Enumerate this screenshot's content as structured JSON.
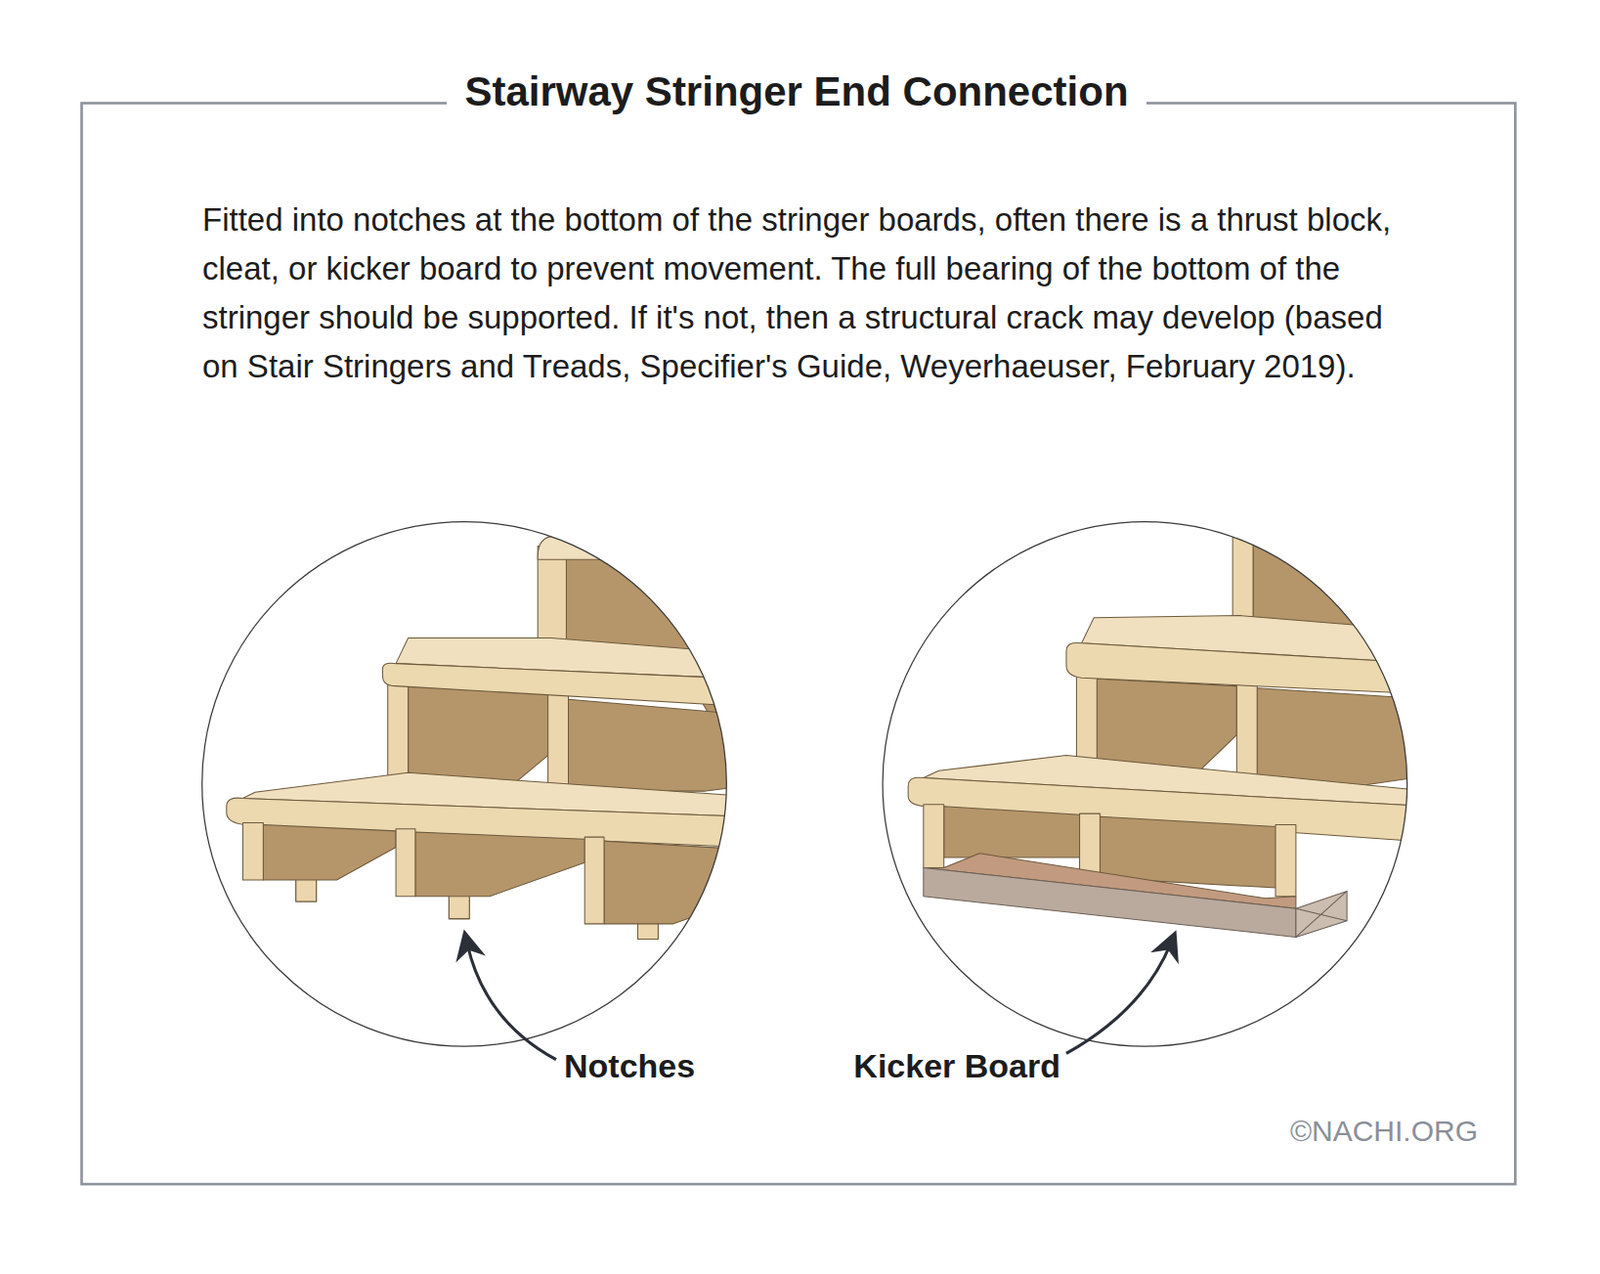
{
  "diagram": {
    "title": "Stairway Stringer End Connection",
    "labels": [
      "Fitted into notches at the bottom of the stringer boards, often there is a thrust block, cleat, or kicker board to prevent movement. The full bearing of the bottom of the stringer should be supported. If it's not, then a structural crack may develop (based on Stair Stringers and Treads, Specifier's Guide, Weyerhaeuser, February 2019).",
      "Notches",
      "Kicker Board",
      "©NACHI.ORG"
    ]
  }
}
